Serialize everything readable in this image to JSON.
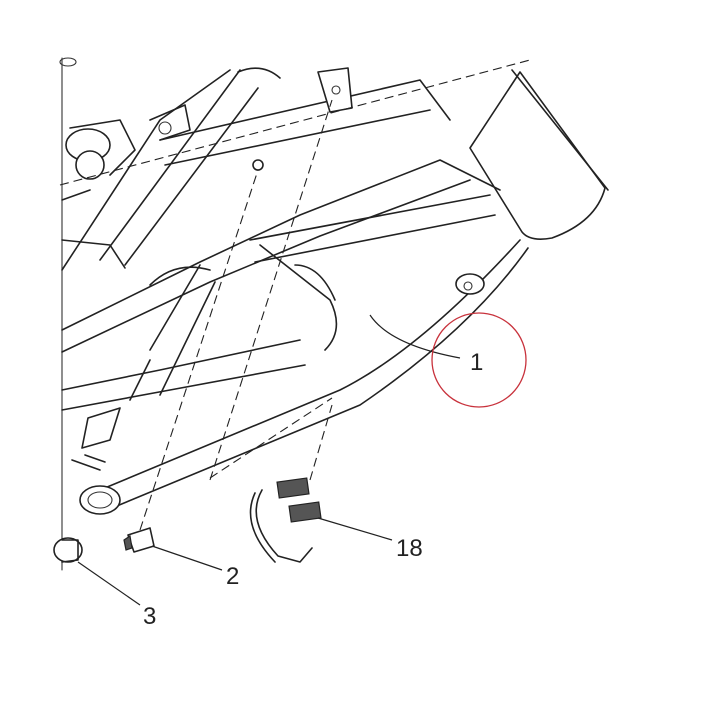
{
  "callouts": {
    "part_1": "1",
    "part_2": "2",
    "part_3": "3",
    "part_18": "18"
  },
  "highlight_color": "#c8323c"
}
